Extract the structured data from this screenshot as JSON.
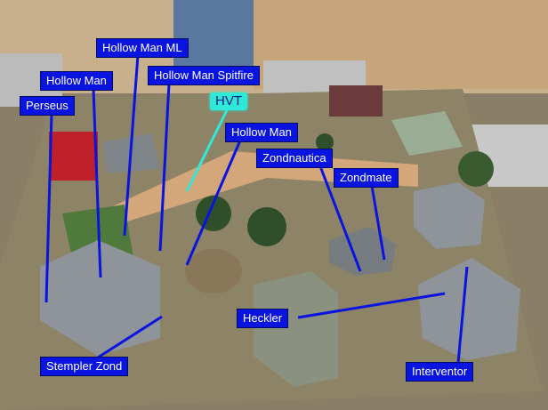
{
  "labels": {
    "hollow_man_ml": "Hollow Man ML",
    "hollow_man_1": "Hollow Man",
    "hollow_man_spitfire": "Hollow Man Spitfire",
    "perseus": "Perseus",
    "hvt": "HVT",
    "hollow_man_2": "Hollow Man",
    "zondnautica": "Zondnautica",
    "zondmate": "Zondmate",
    "heckler": "Heckler",
    "stempler_zond": "Stempler Zond",
    "interventor": "Interventor"
  },
  "colors": {
    "label_bg": "#0a14e0",
    "hvt_bg": "#30e8d8",
    "table": "#8a7f66"
  }
}
